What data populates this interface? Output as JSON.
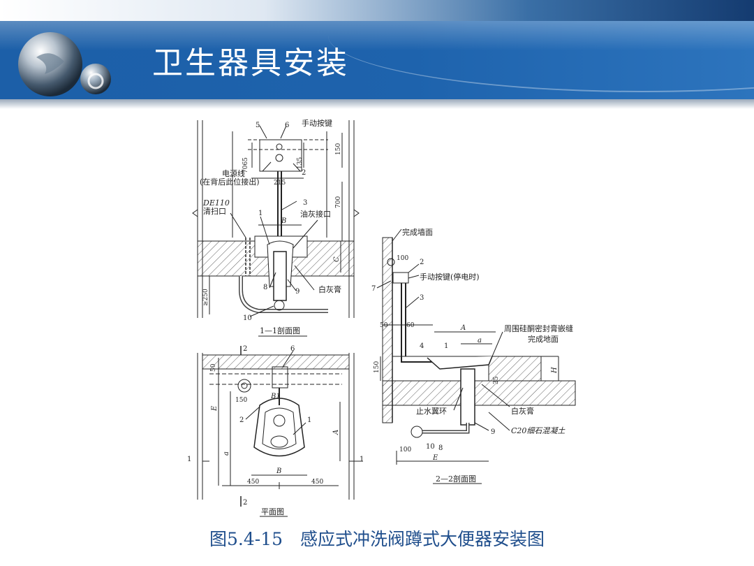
{
  "slide": {
    "title": "卫生器具安装",
    "caption": "图5.4-15　感应式冲洗阀蹲式大便器安装图"
  },
  "colors": {
    "banner": "#1e63ad",
    "title_text": "#ffffff",
    "caption_text": "#1f4e8c",
    "drawing_ink": "#222222"
  },
  "section_1_1": {
    "title": "1—1剖面图",
    "callouts": [
      "5",
      "6",
      "手动按键",
      "2",
      "电源线",
      "(在背后此位接出)",
      "DE110",
      "清扫口",
      "1",
      "3",
      "油灰接口",
      "8",
      "9",
      "白灰膏",
      "10"
    ],
    "dims": [
      "7065",
      "135",
      "150",
      "215",
      "700",
      "B",
      "C",
      "≥250"
    ]
  },
  "section_2_2": {
    "title": "2—2剖面图",
    "callouts": [
      "完成墙面",
      "2",
      "手动按键(停电时)",
      "7",
      "3",
      "4",
      "1",
      "周围硅酮密封膏嵌缝",
      "完成地面",
      "止水翼环",
      "白灰膏",
      "9",
      "C20细石混凝土",
      "10",
      "8"
    ],
    "dims": [
      "100",
      "50",
      "60",
      "A",
      "a",
      "150",
      "35",
      "H",
      "100",
      "E"
    ]
  },
  "plan": {
    "title": "平面图",
    "callouts": [
      "2",
      "6",
      "2",
      "1",
      "1",
      "1",
      "2"
    ],
    "dims": [
      "50",
      "150",
      "B1",
      "E",
      "A",
      "a",
      "B",
      "450",
      "450"
    ]
  }
}
